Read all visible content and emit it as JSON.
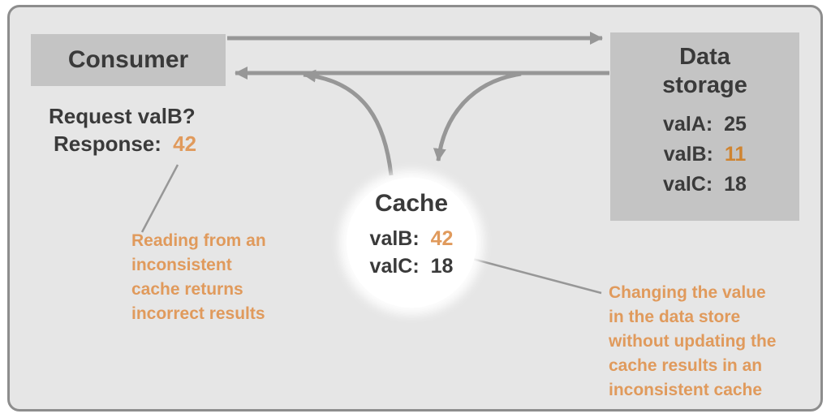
{
  "colors": {
    "background": "#ffffff",
    "frame_bg": "#e6e6e6",
    "frame_border": "#8d8d8d",
    "box_bg": "#c4c4c4",
    "text_dark": "#3a3a3a",
    "accent": "#e09a5c",
    "accent_strong": "#cf8430",
    "arrow": "#979797"
  },
  "consumer": {
    "label": "Consumer"
  },
  "consumer_note": {
    "request": "Request valB?",
    "response_label": "Response:",
    "response_value": "42"
  },
  "data_storage": {
    "title": "Data\nstorage",
    "rows": [
      {
        "label": "valA:",
        "value": "25"
      },
      {
        "label": "valB:",
        "value": "11"
      },
      {
        "label": "valC:",
        "value": "18"
      }
    ]
  },
  "cache": {
    "title": "Cache",
    "rows": [
      {
        "label": "valB:",
        "value": "42"
      },
      {
        "label": "valC:",
        "value": "18"
      }
    ]
  },
  "annotations": {
    "left": "Reading from an\ninconsistent\ncache returns\nincorrect results",
    "right": "Changing the value\nin the data store\nwithout updating the\ncache results in an\ninconsistent cache"
  }
}
